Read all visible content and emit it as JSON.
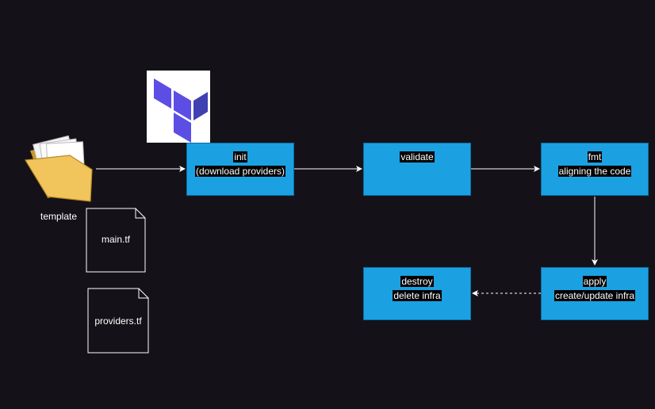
{
  "nodes": {
    "init": {
      "line1": "init",
      "line2": "(download providers)"
    },
    "validate": {
      "line1": "validate"
    },
    "fmt": {
      "line1": "fmt",
      "line2": "aligning the code"
    },
    "apply": {
      "line1": "apply",
      "line2": "create/update infra"
    },
    "destroy": {
      "line1": "destroy",
      "line2": "delete infra"
    }
  },
  "folder": {
    "label": "template"
  },
  "files": [
    {
      "label": "main.tf"
    },
    {
      "label": "providers.tf"
    }
  ],
  "colors": {
    "background": "#141218",
    "box_fill": "#1ba1e2",
    "logo_purple": "#5c4ee5",
    "edge": "#ffffff"
  },
  "icons": {
    "logo": "terraform-logo-icon",
    "folder": "folder-icon",
    "file": "document-icon"
  }
}
